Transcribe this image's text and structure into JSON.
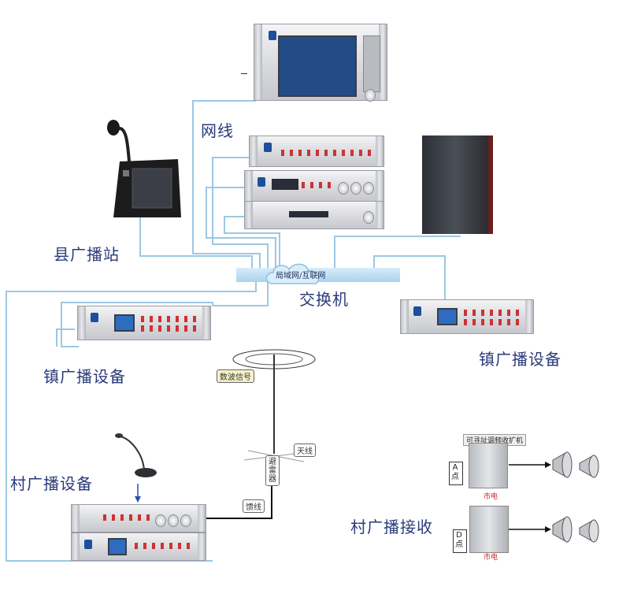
{
  "labels": {
    "network_cable": "网线",
    "county_station": "县广播站",
    "switch": "交换机",
    "town_equipment": "镇广播设备",
    "village_equipment": "村广播设备",
    "village_receiver": "村广播接收"
  },
  "network_banner": "局域网/互联网",
  "callouts": {
    "digital_signal": "数波信号",
    "antenna": "天线",
    "lightning_arrester": "避雷器",
    "feeder": "馈线"
  },
  "receivers": {
    "title": "可寻址调频收扩机",
    "point_a": "A点",
    "point_d": "D点",
    "mains": "市电"
  },
  "colors": {
    "link_line": "#9cc8e4",
    "banner": "#a9d4ee",
    "label_text": "#2a3a7a"
  }
}
